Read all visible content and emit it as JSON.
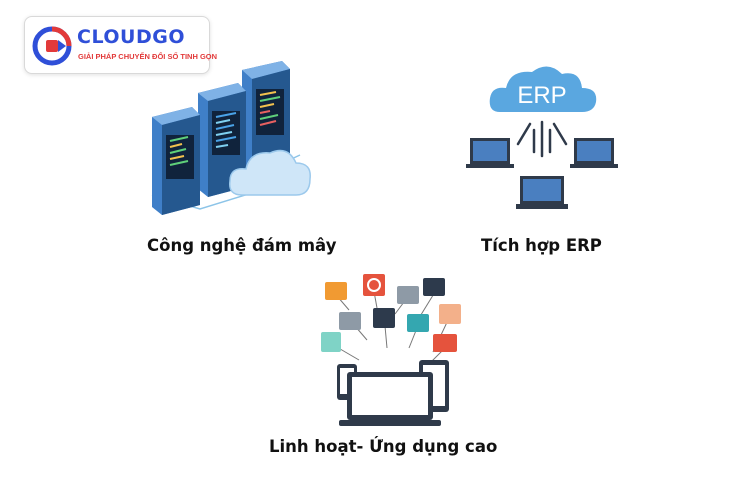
{
  "brand": {
    "name": "CLOUDGO",
    "tagline": "GIẢI PHÁP CHUYỂN ĐỔI SỐ TINH GỌN",
    "colors": {
      "primary": "#2f4fd8",
      "accent": "#e23a3a"
    }
  },
  "features": [
    {
      "caption": "Công nghệ đám mây",
      "icon": "cloud-servers-icon"
    },
    {
      "caption": "Tích hợp ERP",
      "icon": "erp-integration-icon",
      "cloud_label": "ERP"
    },
    {
      "caption": "Linh hoạt- Ứng dụng cao",
      "icon": "multi-device-apps-icon"
    }
  ],
  "colors": {
    "server_blue": "#3f7fc8",
    "erp_cloud": "#5aa7e0",
    "device_dark": "#2f3a4a"
  }
}
